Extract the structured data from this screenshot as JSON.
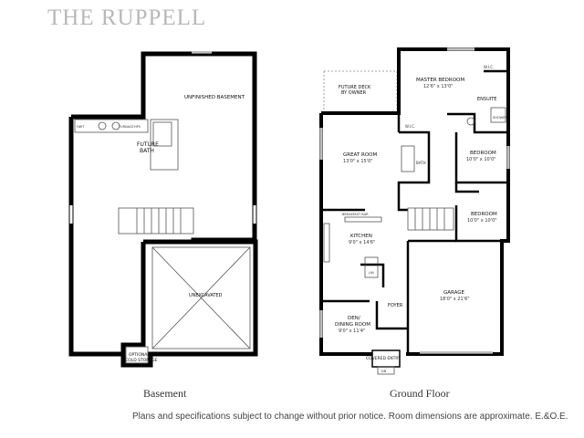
{
  "page": {
    "title": "THE RUPPELL",
    "footer": "Plans and specifications subject to change without prior notice. Room dimensions are approximate. E.&O.E."
  },
  "basement": {
    "caption": "Basement",
    "rooms": {
      "unfinished": "UNFINISHED BASEMENT",
      "future_bath_1": "FUTURE",
      "future_bath_2": "BATH",
      "unexcavated": "UNEXCAVATED",
      "cold_storage_1": "OPTIONAL",
      "cold_storage_2": "COLD STORAGE"
    },
    "fixtures": {
      "furnace": "FURNACE",
      "hpv": "HPV",
      "hwt": "HWT"
    }
  },
  "ground": {
    "caption": "Ground Floor",
    "rooms": {
      "future_deck_1": "FUTURE DECK",
      "future_deck_2": "BY OWNER",
      "master_name": "MASTER BEDROOM",
      "master_dim": "12'6\" x 13'0\"",
      "master_wic": "W.I.C.",
      "ensuite": "ENSUITE",
      "shower": "SHOWER",
      "great_name": "GREAT ROOM",
      "great_dim": "13'0\" x 15'0\"",
      "wic": "W.I.C.",
      "bath": "BATH",
      "bedroom2_name": "BEDROOM",
      "bedroom2_dim": "10'0\" x 10'0\"",
      "bedroom3_name": "BEDROOM",
      "bedroom3_dim": "10'0\" x 10'0\"",
      "breakfast_bar": "BREAKFAST BAR",
      "kitchen_name": "KITCHEN",
      "kitchen_dim": "9'0\" x 14'6\"",
      "garage_name": "GARAGE",
      "garage_dim": "18'0\" x 21'6\"",
      "foyer": "FOYER",
      "den_name_1": "DEN/",
      "den_name_2": "DINING ROOM",
      "den_dim": "9'0\" x 11'4\"",
      "covered_entry": "COVERED ENTRY",
      "dn": "DN",
      "lin": "LIN"
    }
  }
}
